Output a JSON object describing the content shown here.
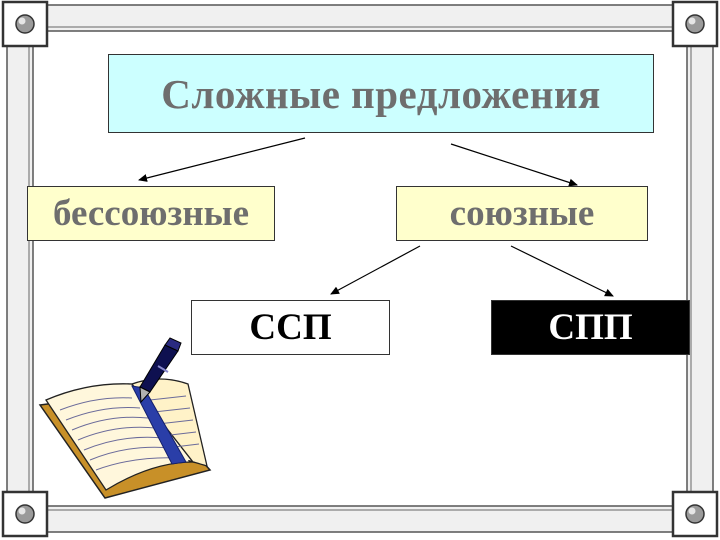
{
  "title": "Сложные предложения",
  "branches": {
    "left": "бессоюзные",
    "right": "союзные"
  },
  "sub_branches": {
    "left": "ССП",
    "right": "СПП"
  },
  "colors": {
    "title_bg": "#ccffff",
    "title_text": "#6e6e6e",
    "branch_bg": "#ffffcc",
    "left_text": "#6e6e6e",
    "right_text": "#6e6e6e",
    "ssp_bg": "#ffffff",
    "ssp_text": "#000000",
    "spp_bg": "#000000",
    "spp_text": "#ffffff",
    "frame_bar": "#f0f0f0",
    "frame_edge": "#555555"
  },
  "icons": {
    "corner_bolts": "bolt-icon",
    "illustration": "open-book-with-pen-icon"
  }
}
